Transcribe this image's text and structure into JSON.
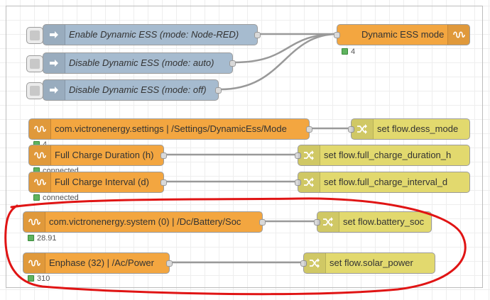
{
  "nodes": {
    "enable_dess": {
      "label": "Enable Dynamic ESS (mode: Node-RED)"
    },
    "disable_dess_auto": {
      "label": "Disable Dynamic ESS (mode: auto)"
    },
    "disable_dess_off": {
      "label": "Disable Dynamic ESS (mode: off)"
    },
    "dynamic_ess_mode": {
      "label": "Dynamic ESS mode",
      "status": "4"
    },
    "settings_mode": {
      "label": "com.victronenergy.settings | /Settings/DynamicEss/Mode",
      "status": "4"
    },
    "set_dess_mode": {
      "label": "set flow.dess_mode"
    },
    "full_charge_duration": {
      "label": "Full Charge Duration (h)",
      "status": "connected"
    },
    "set_full_charge_duration": {
      "label": "set flow.full_charge_duration_h"
    },
    "full_charge_interval": {
      "label": "Full Charge Interval (d)",
      "status": "connected"
    },
    "set_full_charge_interval": {
      "label": "set flow.full_charge_interval_d"
    },
    "battery_soc": {
      "label": "com.victronenergy.system (0) | /Dc/Battery/Soc",
      "status": "28.91"
    },
    "set_battery_soc": {
      "label": "set flow.battery_soc"
    },
    "enphase_power": {
      "label": "Enphase (32) | /Ac/Power",
      "status": "310"
    },
    "set_solar_power": {
      "label": "set flow.solar_power"
    }
  },
  "colors": {
    "inject": "#a6bbcf",
    "victron": "#f3a640",
    "change": "#e2d96e",
    "wire": "#999999",
    "status_dot": "#5fb35f",
    "annotation": "#e01414"
  },
  "icons": {
    "inject": "arrow-right-icon",
    "victron": "victron-coil-icon",
    "change": "shuffle-icon"
  }
}
